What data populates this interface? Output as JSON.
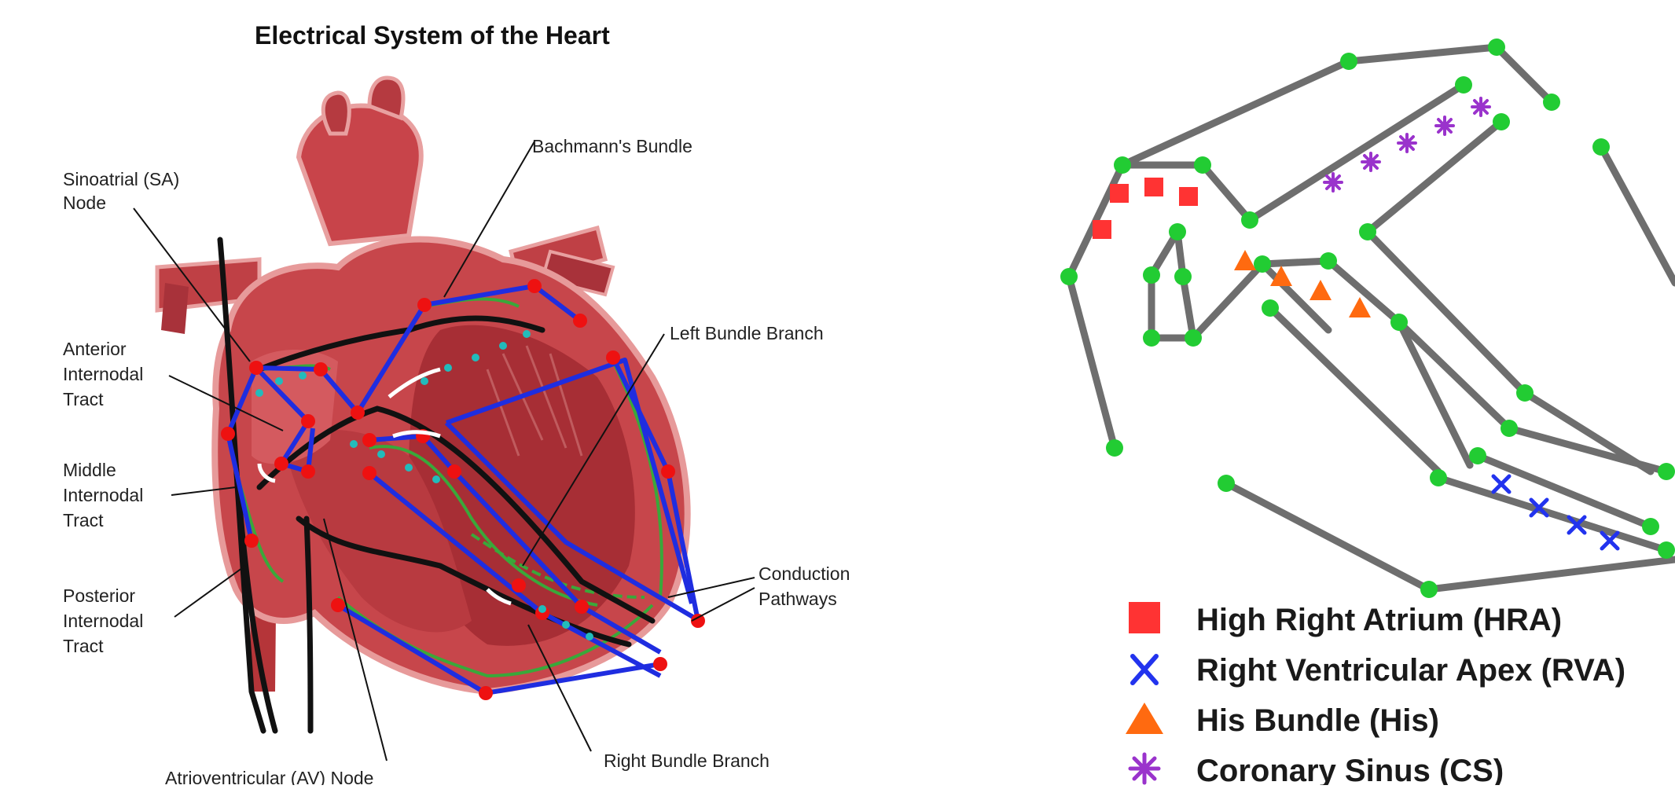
{
  "left_panel": {
    "title": "Electrical System of the Heart",
    "labels": {
      "sa_node_1": "Sinoatrial (SA)",
      "sa_node_2": "Node",
      "bachmann": "Bachmann's Bundle",
      "anterior_1": "Anterior",
      "anterior_2": "Internodal",
      "anterior_3": "Tract",
      "middle_1": "Middle",
      "middle_2": "Internodal",
      "middle_3": "Tract",
      "posterior_1": "Posterior",
      "posterior_2": "Internodal",
      "posterior_3": "Tract",
      "left_bundle": "Left Bundle Branch",
      "conduction_1": "Conduction",
      "conduction_2": "Pathways",
      "right_bundle": "Right Bundle Branch",
      "av_node": "Atrioventricular (AV) Node"
    }
  },
  "right_panel": {
    "legend": [
      {
        "marker": "square",
        "color": "#ff3333",
        "label": "High Right Atrium (HRA)"
      },
      {
        "marker": "x",
        "color": "#2233ee",
        "label": "Right Ventricular Apex (RVA)"
      },
      {
        "marker": "triangle",
        "color": "#ff6a10",
        "label": "His Bundle (His)"
      },
      {
        "marker": "asterisk",
        "color": "#9a33cc",
        "label": "Coronary Sinus (CS)"
      }
    ]
  },
  "colors": {
    "pathway_blue": "#1f2de0",
    "node_red": "#ee1111",
    "graph_gray": "#6e6e6e",
    "graph_node_green": "#22cc33",
    "heart_red": "#c0393d",
    "heart_dark": "#8f2226",
    "conduction_green": "#3aa83a"
  }
}
